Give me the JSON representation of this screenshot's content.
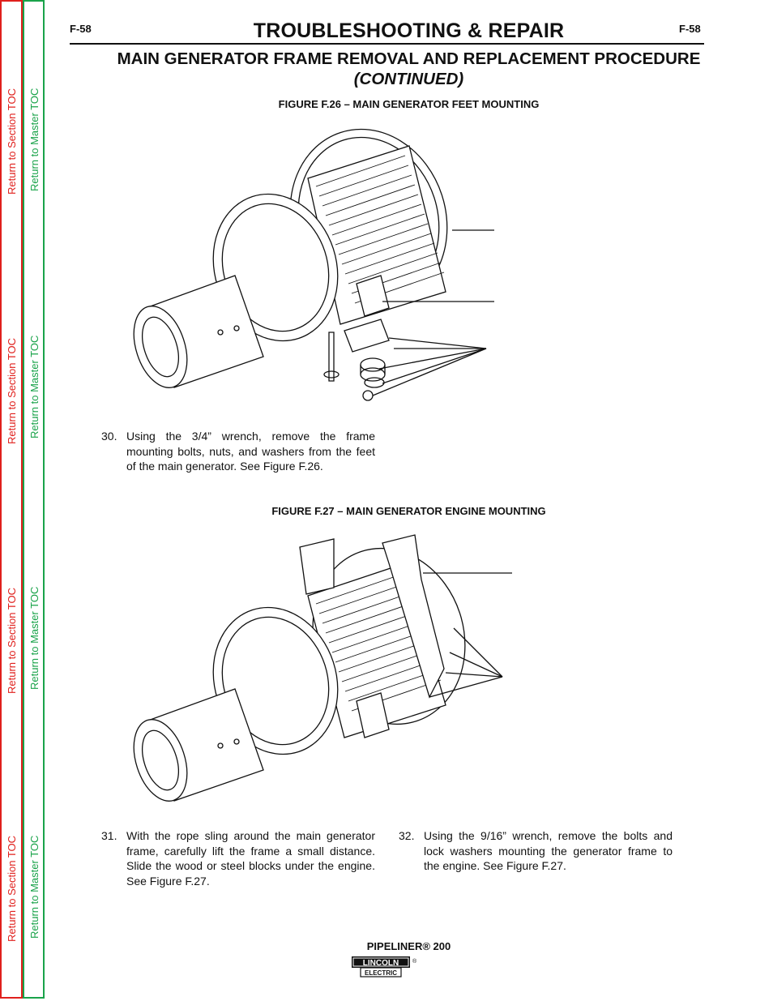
{
  "sidebar": {
    "section_toc": "Return to Section TOC",
    "master_toc": "Return to Master TOC"
  },
  "header": {
    "page_left": "F-58",
    "page_right": "F-58",
    "title": "TROUBLESHOOTING & REPAIR"
  },
  "procedure": {
    "title": "MAIN GENERATOR FRAME REMOVAL AND REPLACEMENT PROCEDURE",
    "continued": "(CONTINUED)"
  },
  "figure26": {
    "caption": "FIGURE F.26 –  MAIN GENERATOR FEET MOUNTING"
  },
  "figure27": {
    "caption": "FIGURE F.27 –  MAIN GENERATOR ENGINE MOUNTING"
  },
  "steps": [
    {
      "num": "30.",
      "text": "Using the 3/4” wrench, remove the frame mounting bolts, nuts, and washers from the feet of the main generator.  See Figure F.26."
    },
    {
      "num": "31.",
      "text": "With the rope sling around the main generator frame, carefully lift the frame a small distance.  Slide the wood or steel blocks under the engine.  See Figure F.27."
    },
    {
      "num": "32.",
      "text": "Using the 9/16” wrench, remove the bolts and lock washers mounting the generator frame to the engine. See Figure F.27."
    }
  ],
  "footer": {
    "model": "PIPELINER® 200",
    "logo_top": "LINCOLN",
    "logo_bottom": "ELECTRIC",
    "logo_mark": "®"
  },
  "colors": {
    "section_toc": "#e0201c",
    "master_toc": "#1aa34a"
  }
}
